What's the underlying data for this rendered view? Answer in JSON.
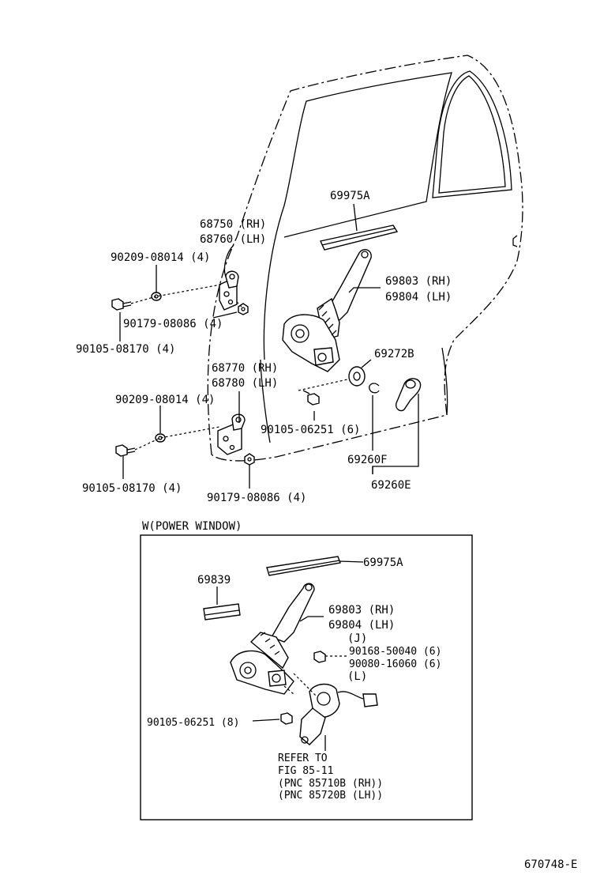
{
  "labels": {
    "molding_top": "69975A",
    "hinge_upper_rh": "68750 (RH)",
    "hinge_upper_lh": "68760 (LH)",
    "washer_upper": "90209-08014 (4)",
    "regulator_rh": "69803 (RH)",
    "regulator_lh": "69804 (LH)",
    "nut_upper": "90179-08086 (4)",
    "bolt_upper": "90105-08170 (4)",
    "clip": "69272B",
    "hinge_lower_rh": "68770 (RH)",
    "hinge_lower_lh": "68780 (LH)",
    "washer_lower": "90209-08014 (4)",
    "bolt_reg": "90105-06251 (6)",
    "ring": "69260F",
    "handle": "69260E",
    "bolt_lower": "90105-08170 (4)",
    "nut_lower": "90179-08086 (4)",
    "inset_title": "W(POWER WINDOW)",
    "inset_molding": "69975A",
    "inset_channel": "69839",
    "inset_regulator_rh": "69803 (RH)",
    "inset_regulator_lh": "69804 (LH)",
    "inset_j": "(J)",
    "inset_screw_j": "90168-50040 (6)",
    "inset_screw_l": "90080-16060 (6)",
    "inset_l": "(L)",
    "inset_bolt": "90105-06251 (8)",
    "refer_1": "REFER TO",
    "refer_2": "FIG 85-11",
    "refer_3": "(PNC 85710B (RH))",
    "refer_4": "(PNC 85720B (LH))",
    "figure_code": "670748-E"
  },
  "icons": [
    "door-outline",
    "window-regulator",
    "door-hinge",
    "bolt",
    "washer",
    "nut",
    "clip",
    "inside-handle",
    "power-motor"
  ]
}
